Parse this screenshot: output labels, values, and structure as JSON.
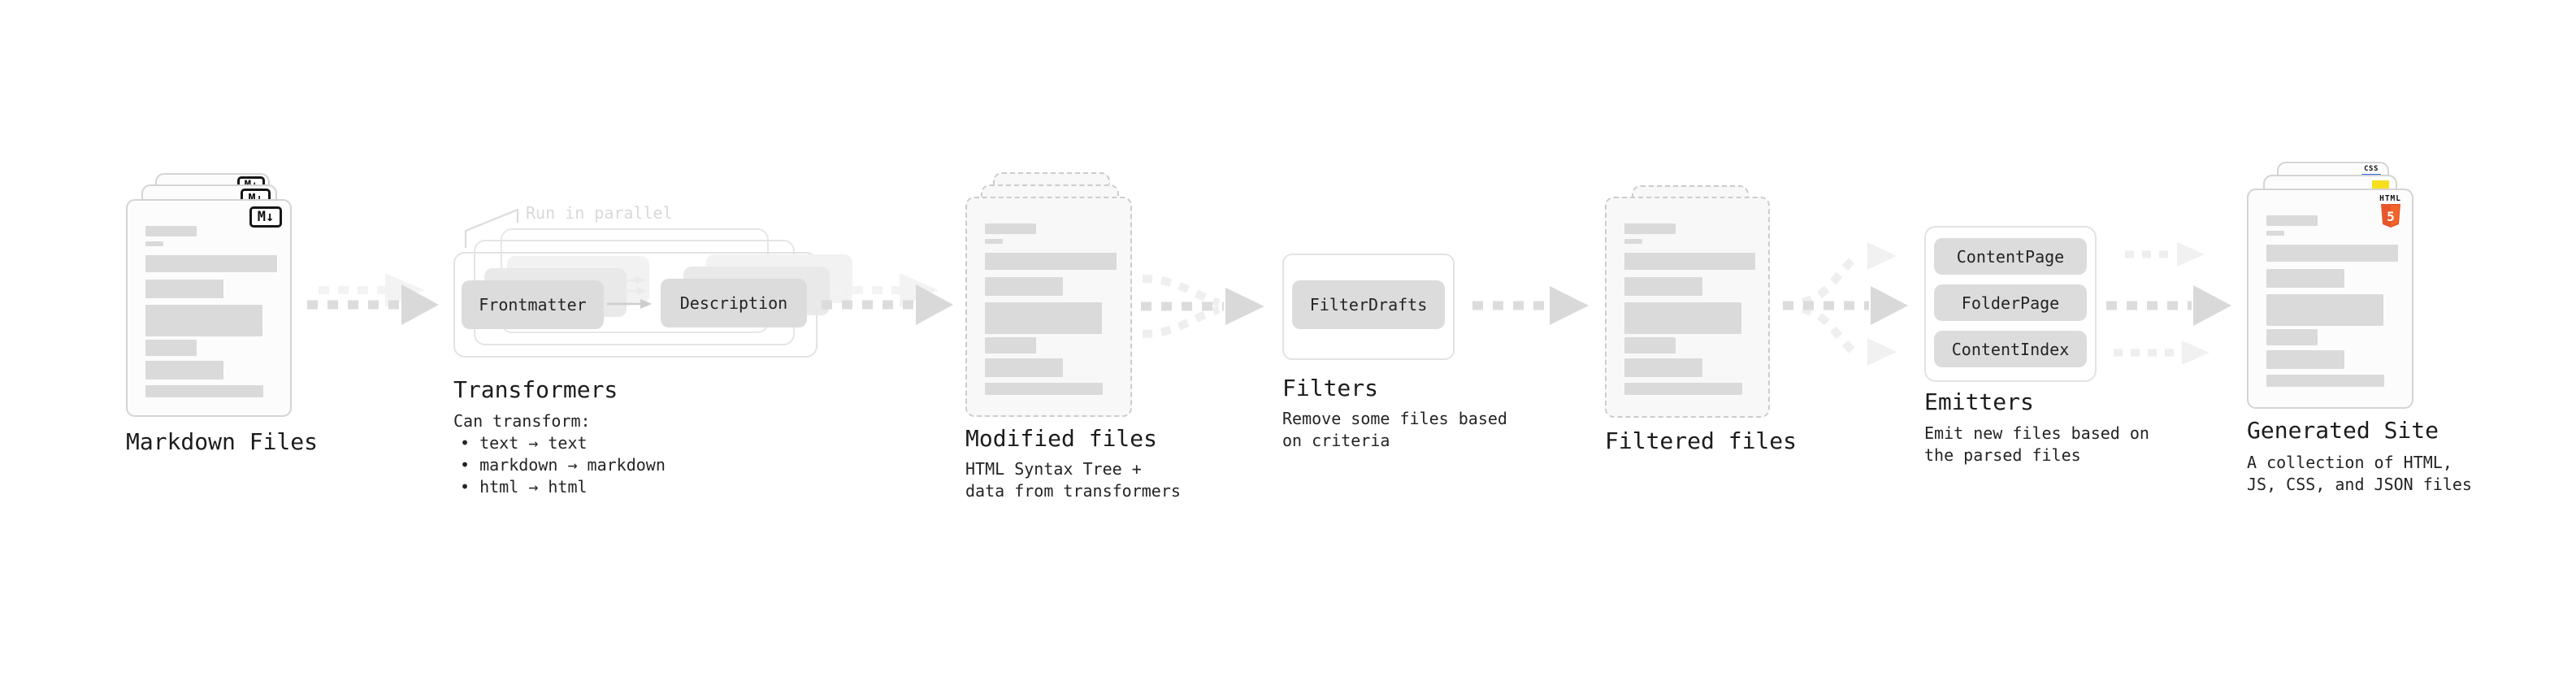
{
  "colors": {
    "ink": "#1c1c1c",
    "fadedText": "#d9d9d9",
    "nodeBg": "#dcdcdc",
    "skeleton": "#dadada",
    "arrowDark": "#dcdcdc",
    "arrowFaint": "#f1f1f1",
    "accentHtml": "#e8562b",
    "accentJs": "#f7df1e",
    "accentCss": "#2f6be4"
  },
  "stages": {
    "markdown": {
      "label": "Markdown Files"
    },
    "transformers": {
      "label": "Transformers",
      "annotation": "Run in parallel",
      "intro": "Can transform:",
      "bullets": [
        "• text → text",
        "• markdown → markdown",
        "• html → html"
      ],
      "nodes": [
        "Frontmatter",
        "Description"
      ]
    },
    "modified": {
      "label": "Modified files",
      "description": "HTML Syntax Tree +\ndata from transformers"
    },
    "filters": {
      "label": "Filters",
      "description": "Remove some files based\non criteria",
      "nodes": [
        "FilterDrafts"
      ]
    },
    "filtered": {
      "label": "Filtered files"
    },
    "emitters": {
      "label": "Emitters",
      "description": "Emit new files based on\nthe parsed files",
      "nodes": [
        "ContentPage",
        "FolderPage",
        "ContentIndex"
      ]
    },
    "generated": {
      "label": "Generated Site",
      "description": "A collection of HTML,\nJS, CSS, and JSON files"
    }
  },
  "badges": {
    "markdown": "M↓",
    "htmlWord": "HTML",
    "htmlFive": "5",
    "css": "CSS"
  }
}
